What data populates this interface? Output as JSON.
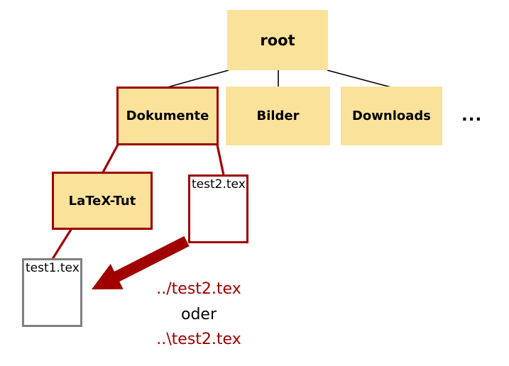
{
  "nodes": {
    "root": "root",
    "dokumente": "Dokumente",
    "bilder": "Bilder",
    "downloads": "Downloads",
    "more": "...",
    "latex_tut": "LaTeX-Tut",
    "test2": "test2.tex",
    "test1": "test1.tex"
  },
  "annotation": {
    "unix_path": "../test2.tex",
    "conjunction": "oder",
    "windows_path": "..\\test2.tex"
  },
  "colors": {
    "folder_fill": "#fbe29b",
    "highlight_red": "#a00000",
    "file_border_gray": "#7f7f7f",
    "line_black": "#000000"
  }
}
